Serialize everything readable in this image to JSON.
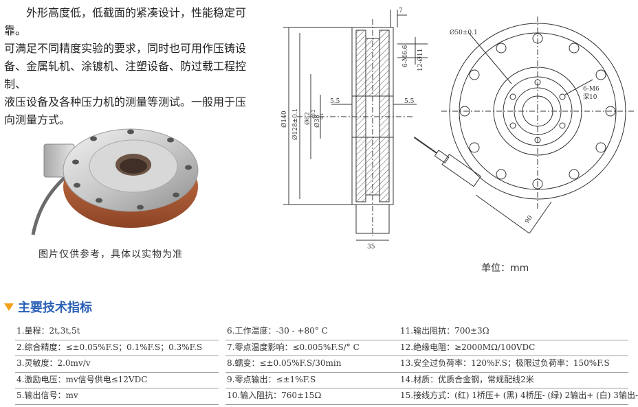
{
  "intro": {
    "lines": [
      "　　外形高度低，低截面的紧凑设计，性能稳定可靠。",
      "可满足不同精度实验的要求，同时也可用作压铸设",
      "备、金属轧机、涂镀机、注塑设备、防过载工程控制、",
      "液压设备及各种压力机的测量等测试。一般用于压",
      "向测量方式。"
    ]
  },
  "photo": {
    "caption": "图片仅供参考，具体以实物为准"
  },
  "drawing": {
    "side": {
      "dim_top": "7",
      "dim_bolt": "6-M6.6",
      "dim_depth": "12-Ø11",
      "dim_outer": "Ø140",
      "dim_pcd": "Ø128±0.1",
      "dim_inner": "Ø62",
      "dim_bore": "Ø38",
      "dim_bore_tol": "+0.2",
      "dim_bore_tol2": "0.1",
      "dim_gap_left": "5.5",
      "dim_gap_right": "5.5",
      "dim_width": "35"
    },
    "front": {
      "dim_pcd": "Ø50±0.1",
      "dim_holes": "6-M6",
      "dim_hole_depth": "深10",
      "dim_cable": "90"
    }
  },
  "unit": {
    "label": "单位：",
    "value": "mm"
  },
  "section_title": "主要技术指标",
  "specs": {
    "col1": [
      "1.量程：2t,3t,5t",
      "2.综合精度：≤±0.05%F.S；0.1%F.S；0.3%F.S",
      "3.灵敏度：2.0mv/v",
      "4.激励电压：mv信号供电≤12VDC",
      "5.输出信号：mv"
    ],
    "col2": [
      "6.工作温度：-30 - +80° C",
      "7.零点温度影响：≤0.005%F.S/° C",
      "8.蠕变：≤±0.05%F.S/30min",
      "9.零点输出：≤±1%F.S",
      "10.输入阻抗：760±15Ω"
    ],
    "col3": [
      "11.输出阻抗：700±3Ω",
      "12.绝缘电阻：≥2000MΩ/100VDC",
      "13.安全过负荷率：120%F.S；极限过负荷率：150%F.S",
      "14.材质：优质合金钢，常规配线2米",
      "15.接线方式：(红) 1桥压+ (黑) 4桥压- (绿) 2输出+ (白) 3输出-"
    ]
  },
  "colors": {
    "title": "#2a61b6",
    "marker": "#f5a21b",
    "copper": "#b8623a"
  }
}
